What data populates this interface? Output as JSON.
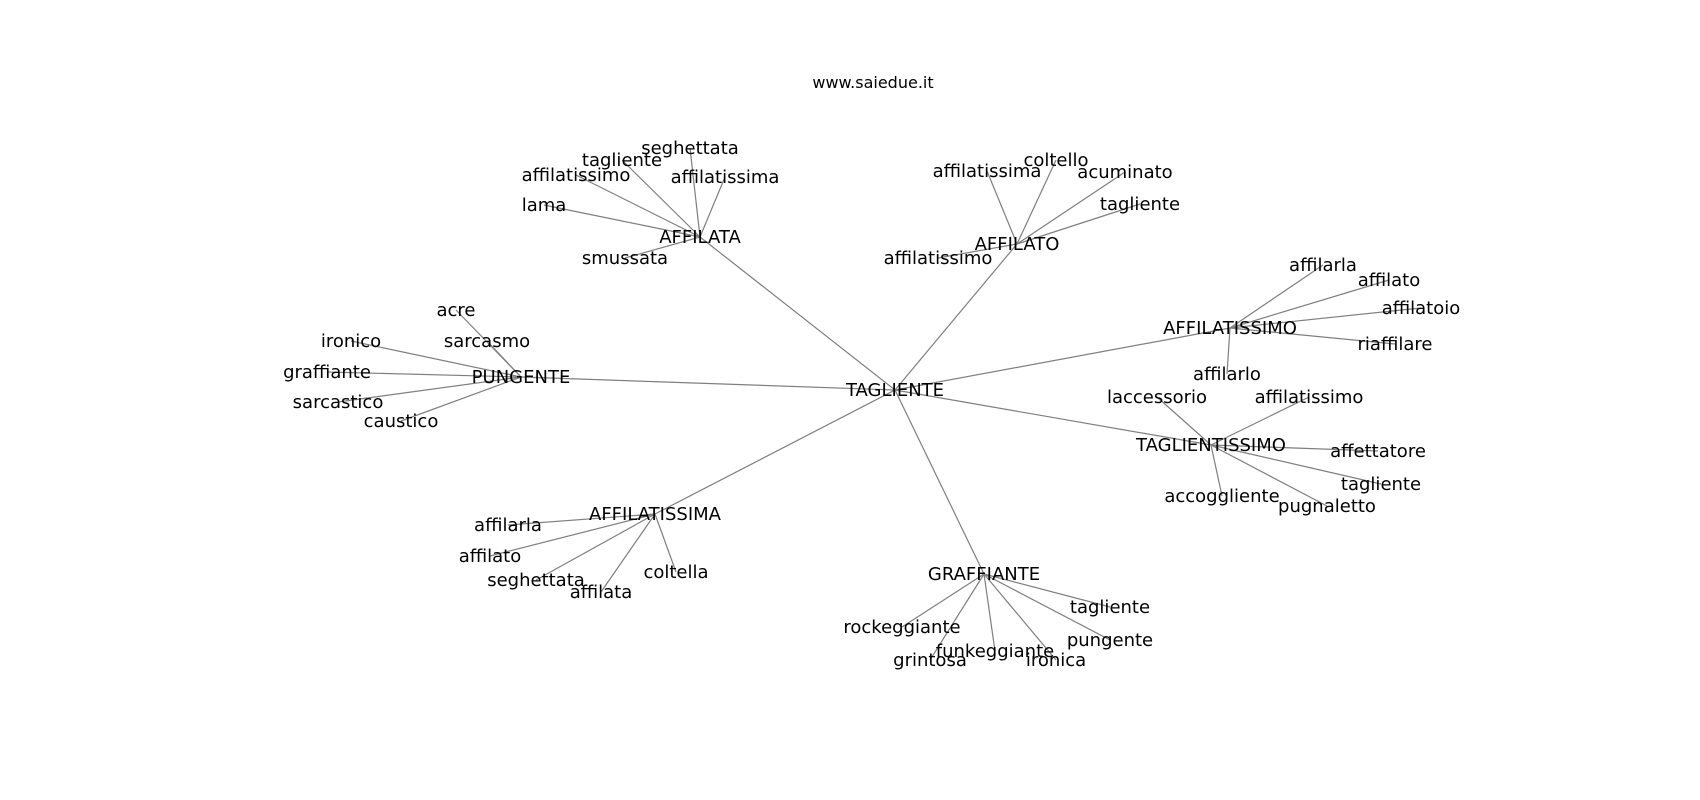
{
  "title": "www.saiedue.it",
  "colors": {
    "edge": "#7f7f7f",
    "text": "#000000",
    "background": "#ffffff"
  },
  "graph": {
    "root": "TAGLIENTE",
    "clusters": [
      {
        "hub": "AFFILATA",
        "leaves": [
          "seghettata",
          "tagliente",
          "affilatissimo",
          "affilatissima",
          "lama",
          "smussata"
        ]
      },
      {
        "hub": "AFFILATO",
        "leaves": [
          "coltello",
          "affilatissima",
          "acuminato",
          "tagliente",
          "affilatissimo"
        ]
      },
      {
        "hub": "AFFILATISSIMO",
        "leaves": [
          "affilarla",
          "affilato",
          "affilatoio",
          "riaffilare",
          "affilarlo"
        ]
      },
      {
        "hub": "PUNGENTE",
        "leaves": [
          "acre",
          "ironico",
          "sarcasmo",
          "graffiante",
          "sarcastico",
          "caustico"
        ]
      },
      {
        "hub": "TAGLIENTISSIMO",
        "leaves": [
          "laccessorio",
          "affilatissimo",
          "affettatore",
          "tagliente",
          "accoggliente",
          "pugnaletto"
        ]
      },
      {
        "hub": "AFFILATISSIMA",
        "leaves": [
          "affilarla",
          "affilato",
          "seghettata",
          "affilata",
          "coltella"
        ]
      },
      {
        "hub": "GRAFFIANTE",
        "leaves": [
          "tagliente",
          "rockeggiante",
          "pungente",
          "funkeggiante",
          "grintosa",
          "ironica"
        ]
      }
    ]
  }
}
